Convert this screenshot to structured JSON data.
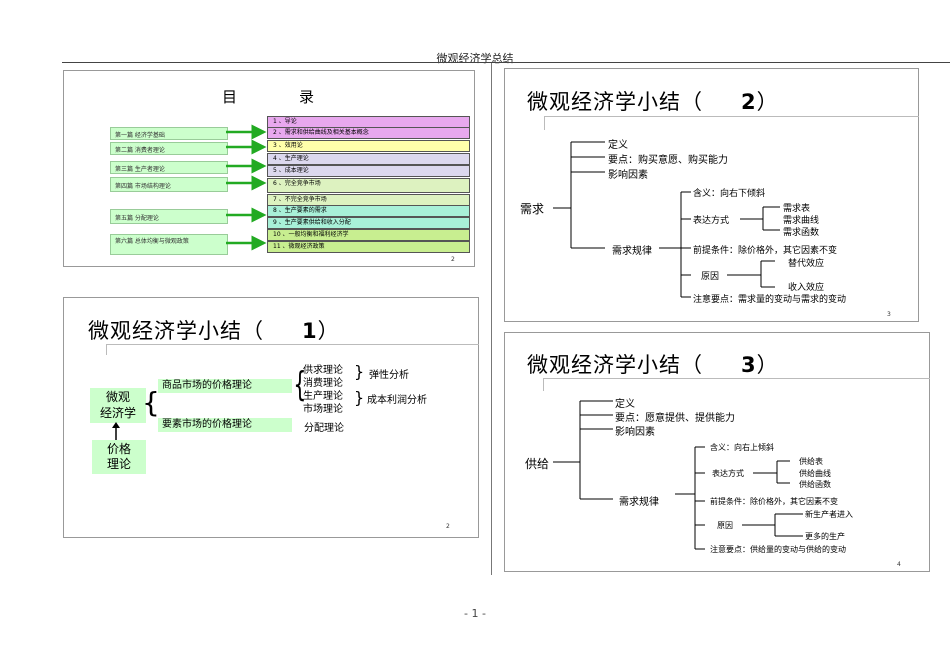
{
  "page": {
    "header": "微观经济学总结",
    "footer": "- 1 -"
  },
  "slide_toc": {
    "title_left": "目",
    "title_right": "录",
    "page_num": "2",
    "left_items": [
      "第一篇    经济学基础",
      "第二篇    消费者理论",
      "第三篇    生产者理论",
      "第四篇    市场结构理论",
      "第五篇    分配理论",
      "第六篇    总体均衡与微观政策"
    ],
    "right_items": [
      "1 、导论",
      "2 、需求和供给曲线及相关基本概念",
      "3 、效用论",
      "4 、生产理论",
      "5 、成本理论",
      "6 、完全竞争市场",
      "7 、不完全竞争市场",
      "8 、生产要素的需求",
      "9 、生产要素供给和收入分配",
      "10 、一般均衡和福利经济学",
      "11 、微观经济政策"
    ],
    "right_colors": [
      "#e8a8ee",
      "#e8a8ee",
      "#ffffaa",
      "#dcd8ee",
      "#dcd8ee",
      "#ddf2c0",
      "#ddf2c0",
      "#a8f0d8",
      "#a8f0d8",
      "#c8ee90",
      "#c8ee90"
    ]
  },
  "slide1": {
    "title": "微观经济学小结（",
    "num": "1",
    "close": "）",
    "page_num": "2",
    "root_line1": "微观",
    "root_line2": "经济学",
    "price_line1": "价格",
    "price_line2": "理论",
    "goods": "商品市场的价格理论",
    "factors": "要素市场的价格理论",
    "theories": [
      "供求理论",
      "消费理论",
      "生产理论",
      "市场理论"
    ],
    "distribution": "分配理论",
    "elasticity": "弹性分析",
    "cost_profit": "成本利润分析"
  },
  "slide2": {
    "title": "微观经济学小结（",
    "num": "2",
    "close": "）",
    "page_num": "3",
    "root": "需求",
    "definition": "定义",
    "key_points": "要点：购买意愿、购买能力",
    "factors": "影响因素",
    "law": "需求规律",
    "meaning": "含义：向右下倾斜",
    "expression": "表达方式",
    "expr_items": [
      "需求表",
      "需求曲线",
      "需求函数"
    ],
    "premise": "前提条件：除价格外，其它因素不变",
    "reason": "原因",
    "reason_items": [
      "替代效应",
      "收入效应"
    ],
    "note": "注意要点：需求量的变动与需求的变动"
  },
  "slide3": {
    "title": "微观经济学小结（",
    "num": "3",
    "close": "）",
    "page_num": "4",
    "root": "供给",
    "definition": "定义",
    "key_points": "要点：愿意提供、提供能力",
    "factors": "影响因素",
    "law": "需求规律",
    "meaning": "含义：向右上倾斜",
    "expression": "表达方式",
    "expr_items": [
      "供给表",
      "供给曲线",
      "供给函数"
    ],
    "premise": "前提条件：除价格外，其它因素不变",
    "reason": "原因",
    "reason_items": [
      "新生产者进入",
      "更多的生产"
    ],
    "note": "注意要点：供给量的变动与供给的变动"
  }
}
